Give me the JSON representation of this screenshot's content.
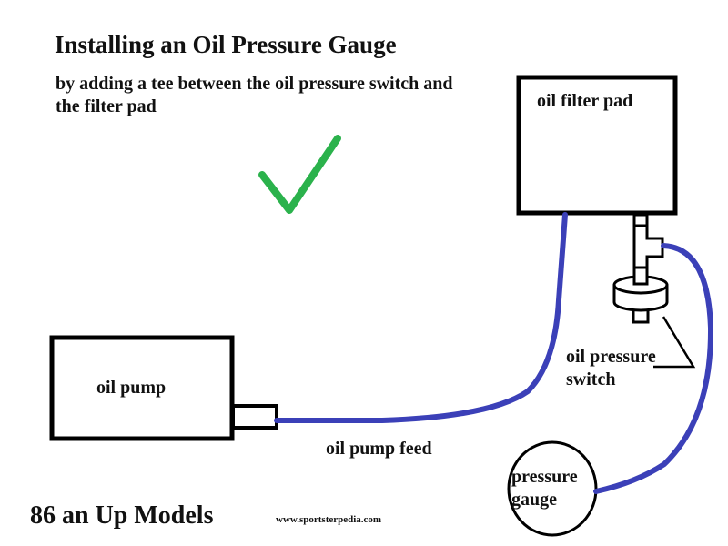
{
  "title": "Installing an Oil Pressure Gauge",
  "subtitle": "by adding a tee between the oil pressure switch and the filter pad",
  "components": {
    "oil_filter_pad": "oil filter pad",
    "oil_pump": "oil pump",
    "oil_pump_feed": "oil pump feed",
    "oil_pressure_switch": "oil pressure switch",
    "pressure_gauge": "pressure gauge"
  },
  "footer": {
    "models": "86 an Up Models",
    "website": "www.sportsterpedia.com"
  },
  "icons": {
    "checkmark": "check-icon"
  },
  "colors": {
    "hose": "#3b40b8",
    "checkmark": "#2bb24c",
    "outline": "#000000",
    "background": "#ffffff"
  }
}
